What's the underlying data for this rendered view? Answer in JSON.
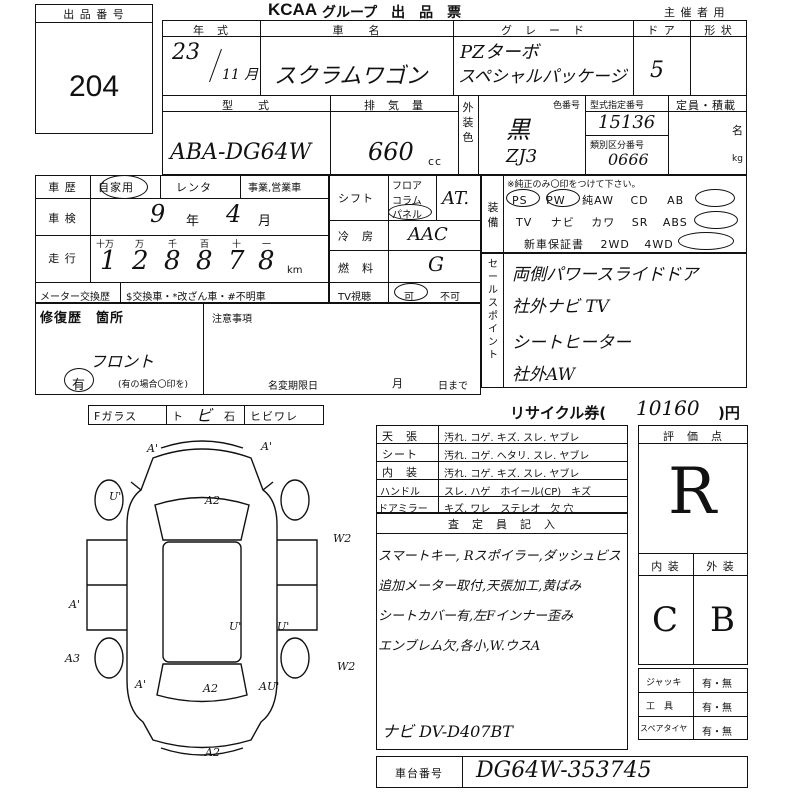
{
  "header": {
    "lot_label": "出 品 番 号",
    "lot_number": "204",
    "logo": "KCAA",
    "title": "グループ　出　品　票",
    "sponsor": "主 催 者 用"
  },
  "row1_labels": {
    "year": "年　式",
    "name": "車　　名",
    "grade": "グ　レ　ー　ド",
    "doors": "ド ア",
    "shape": "形 状"
  },
  "row1_values": {
    "year": "23",
    "month": "11 月",
    "name": "スクラムワゴン",
    "grade_line1": "PZターボ",
    "grade_line2": "スペシャルパッケージ",
    "doors": "5"
  },
  "row2_labels": {
    "model": "型　　式",
    "displacement": "排　気　量",
    "exterior": "外装色",
    "color_no": "色番号",
    "type_no": "型式指定番号",
    "class_no": "類別区分番号",
    "capacity": "定員・積載",
    "capacity_unit": "名",
    "weight_unit": "kg",
    "cc_unit": "cc"
  },
  "row2_values": {
    "model": "ABA-DG64W",
    "displacement": "660",
    "color": "黒",
    "color_code": "ZJ3",
    "type_no": "15136",
    "class_no": "0666"
  },
  "history": {
    "label": "車 歴",
    "options": [
      "自家用",
      "レンタ",
      "事業,営業車"
    ],
    "inspection_label": "車 検",
    "inspection": {
      "year": "9",
      "year_unit": "年",
      "month": "4",
      "month_unit": "月"
    },
    "mileage_label": "走 行",
    "mileage_units": [
      "十万",
      "万",
      "千",
      "百",
      "十",
      "一"
    ],
    "mileage_digits": [
      "1",
      "2",
      "8",
      "8",
      "7",
      "8"
    ],
    "mileage_km": "km",
    "meter_label": "メーター交換歴",
    "meter_options": "$交換車・*改ざん車・#不明車"
  },
  "specs": {
    "shift_label": "シフト",
    "shift_options": [
      "フロア",
      "コラム",
      "パネル"
    ],
    "shift_value": "AT.",
    "ac_label": "冷　房",
    "ac_value": "AAC",
    "fuel_label": "燃　料",
    "fuel_value": "G",
    "tv_label": "TV視聴",
    "tv_options": [
      "可",
      "不可"
    ]
  },
  "equipment": {
    "label": "装備",
    "note": "※純正のみ〇印をつけて下さい。",
    "line1": [
      "PS",
      "PW",
      "純AW",
      "CD",
      "AB"
    ],
    "line2": [
      "TV",
      "ナビ",
      "カワ",
      "SR",
      "ABS"
    ],
    "line3": [
      "新車保証書",
      "2WD",
      "4WD"
    ]
  },
  "sales_points": {
    "label": "セールスポイント",
    "lines": [
      "両側パワースライドドア",
      "社外ナビ TV",
      "シートヒーター",
      "社外AW"
    ]
  },
  "repair": {
    "label": "修復歴　箇所",
    "value": "フロント",
    "has_label": "有",
    "has_note": "(有の場合〇印を)",
    "notes_label": "注意事項",
    "name_change_label": "名変期限日",
    "month_label": "月",
    "day_label": "日まで"
  },
  "glass": {
    "labels": [
      "Fガラス",
      "ト",
      "石",
      "ヒビワレ"
    ],
    "value": "ビ"
  },
  "recycle": {
    "label": "リサイクル券(",
    "value": "10160",
    "unit": ")円"
  },
  "interior_table": [
    {
      "label": "天　張",
      "options": "汚れ. コゲ. キズ. スレ. ヤブレ"
    },
    {
      "label": "シート",
      "options": "汚れ. コゲ. ヘタリ. スレ. ヤブレ"
    },
    {
      "label": "内　装",
      "options": "汚れ. コゲ. キズ. スレ. ヤブレ"
    },
    {
      "label": "ハンドル",
      "options": "スレ. ハゲ　ホイール(CP)　キズ"
    },
    {
      "label": "ドアミラー",
      "options": "キズ. ワレ　ステレオ　欠 穴"
    }
  ],
  "inspector": {
    "label": "査　定　員　記　入",
    "lines": [
      "スマートキー, Rスポイラー,ダッシュビス",
      "追加メーター取付,天張加工,黄ばみ",
      "シートカバー有,左Fインナー歪み",
      "エンブレム欠,各小,W.ウスA",
      "ナビ DV-D407BT"
    ]
  },
  "rating": {
    "label": "評　価　点",
    "score": "R",
    "interior_label": "内 装",
    "exterior_label": "外 装",
    "interior": "C",
    "exterior": "B"
  },
  "accessories": [
    {
      "label": "ジャッキ",
      "value": "有・無"
    },
    {
      "label": "工　具",
      "value": "有・無"
    },
    {
      "label": "スペアタイヤ",
      "value": "有・無"
    }
  ],
  "chassis": {
    "label": "車台番号",
    "value": "DG64W-353745"
  },
  "diagram_marks": {
    "m1": "A'",
    "m2": "A'",
    "m3": "A2",
    "m4": "U'",
    "m5": "W2",
    "m6": "A'",
    "m7": "U'",
    "m8": "U'",
    "m9": "A3",
    "m10": "W2",
    "m11": "A'",
    "m12": "A2",
    "m13": "AU'",
    "m14": "A2"
  }
}
